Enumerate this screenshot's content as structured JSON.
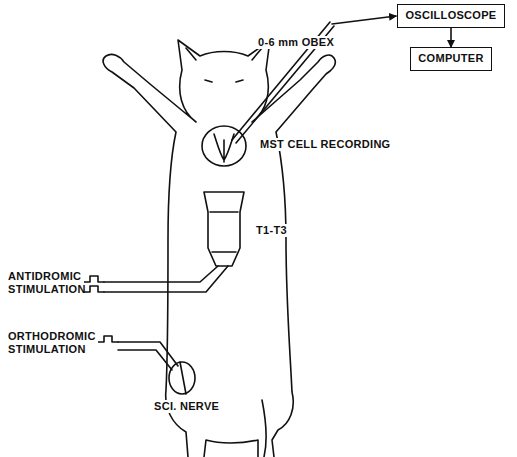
{
  "diagram": {
    "nodes": [
      {
        "text": [
          "OSCILLOSCOPE"
        ]
      },
      {
        "text": [
          "COMPUTER"
        ]
      }
    ],
    "edges": [
      {
        "from": 0,
        "to": 1,
        "arrow": "to"
      }
    ],
    "labels": [
      "0-6 mm OBEX",
      "MST CELL RECORDING",
      "T1-T3",
      "ANTIDROMIC STIMULATION",
      "ORTHODROMIC STIMULATION",
      "SCI. NERVE"
    ]
  }
}
